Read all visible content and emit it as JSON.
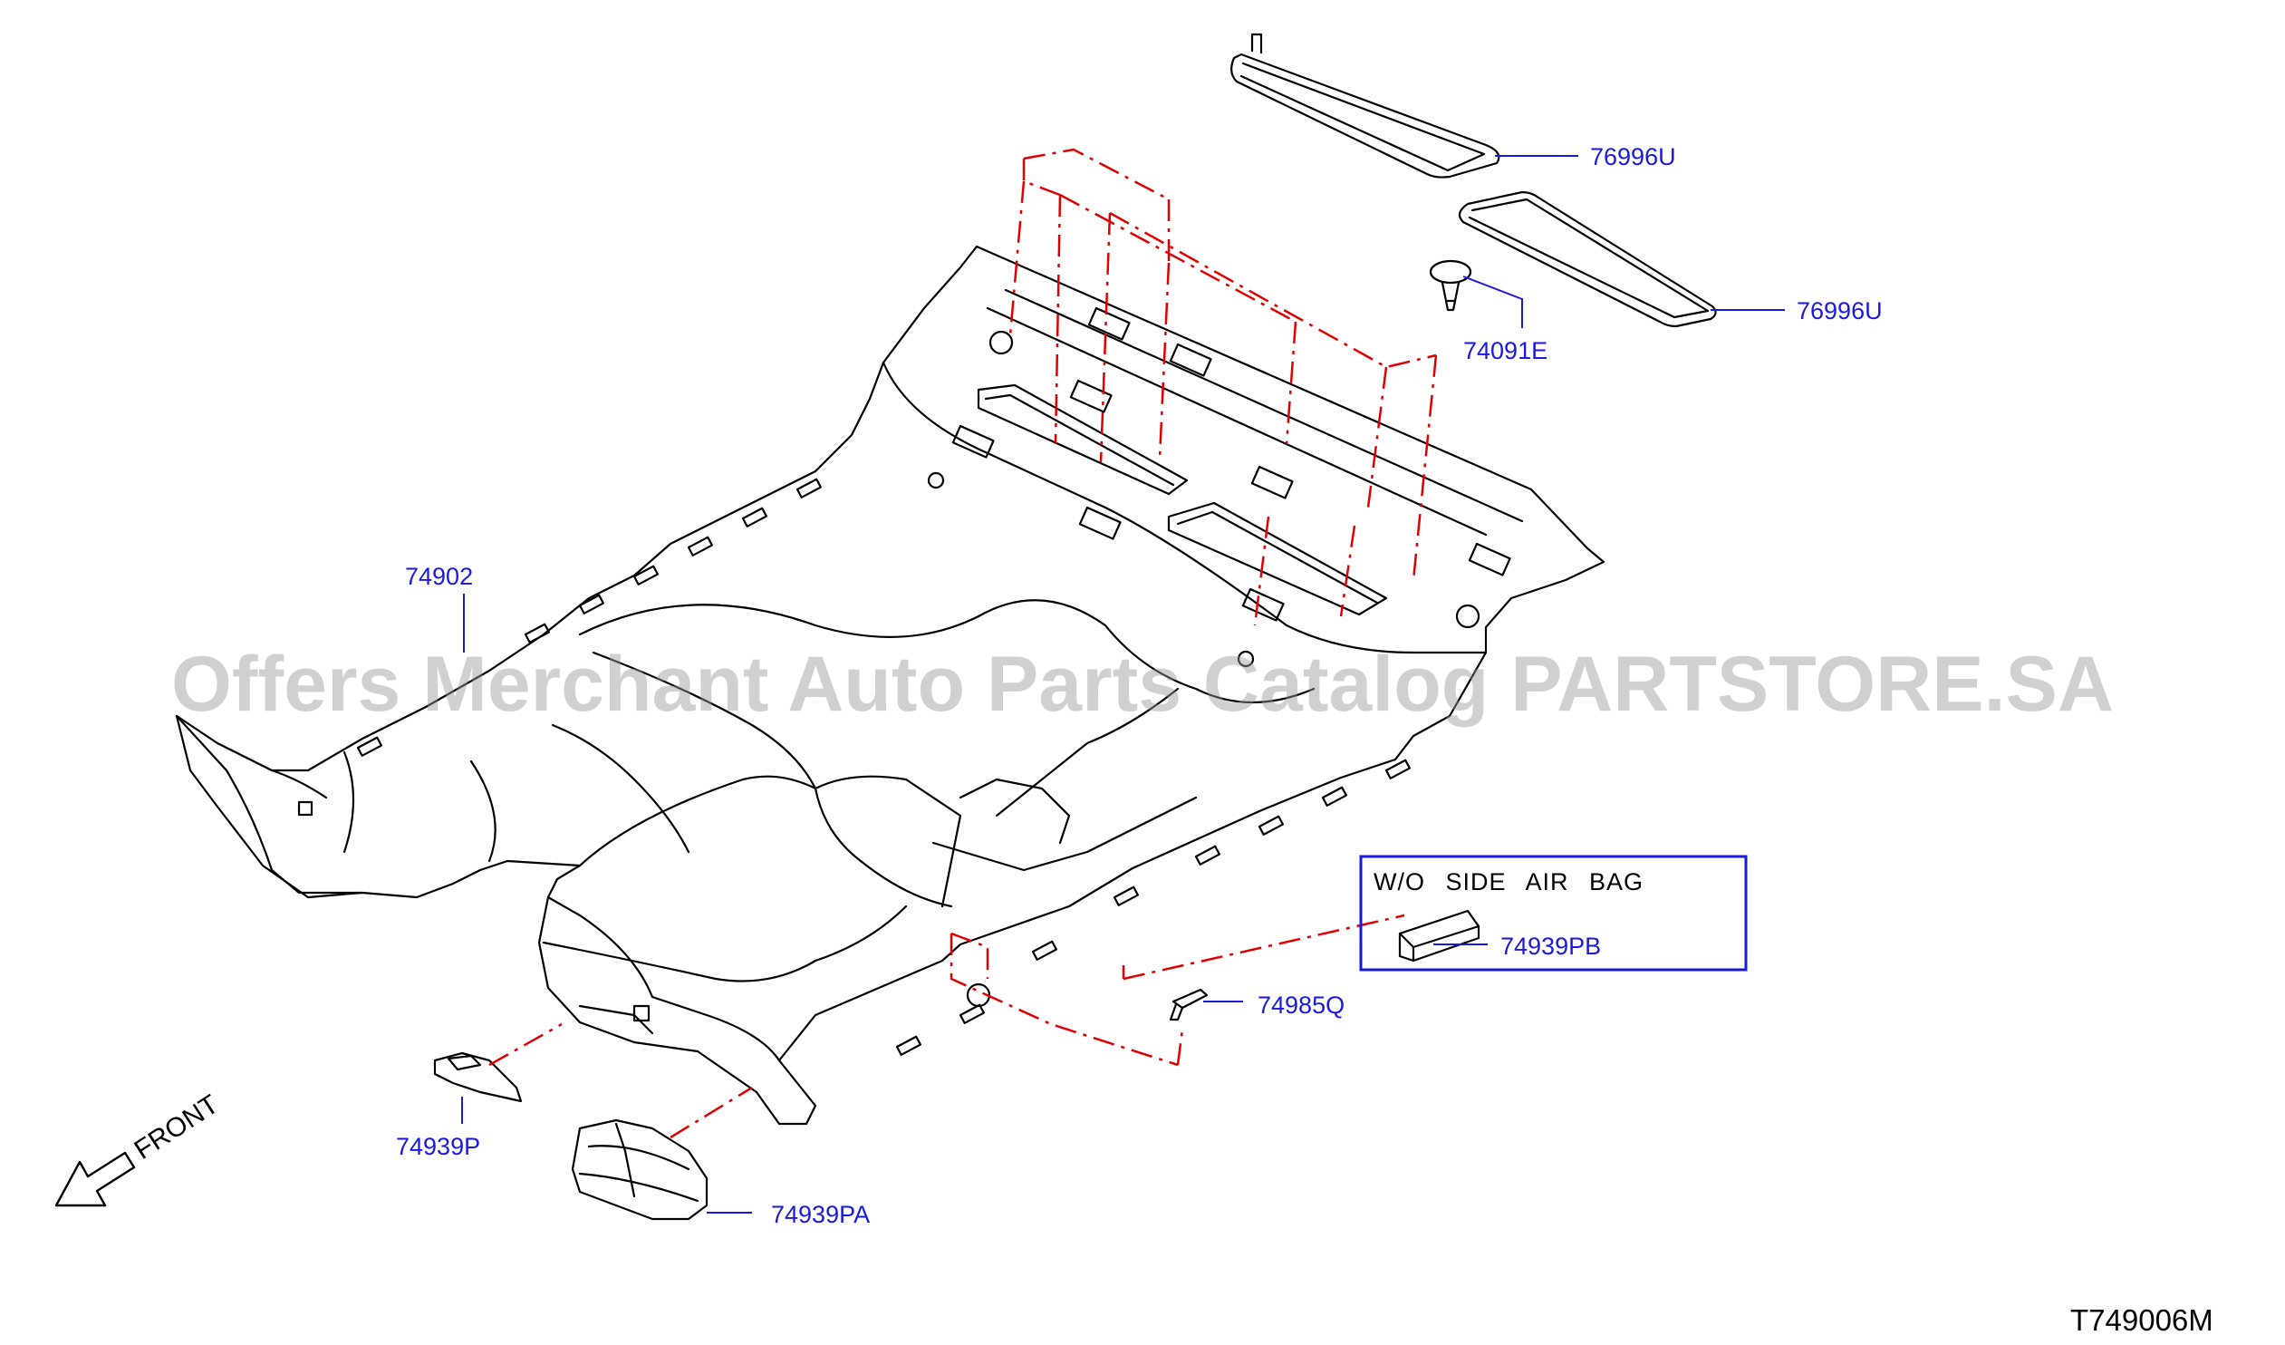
{
  "parts": {
    "p76996u_a": "76996U",
    "p76996u_b": "76996U",
    "p74091e": "74091E",
    "p74902": "74902",
    "p74939pb": "74939PB",
    "p74985q": "74985Q",
    "p74939p": "74939P",
    "p74939pa": "74939PA"
  },
  "note_box": {
    "label": "W/O SIDE AIR BAG"
  },
  "front_label": "FRONT",
  "diagram_code": "T749006M",
  "watermark": "Offers Merchant Auto Parts Catalog PARTSTORE.SA",
  "colors": {
    "callout": "#1a1adc",
    "dash": "#e00000",
    "line": "#000000",
    "watermark": "#969696"
  }
}
